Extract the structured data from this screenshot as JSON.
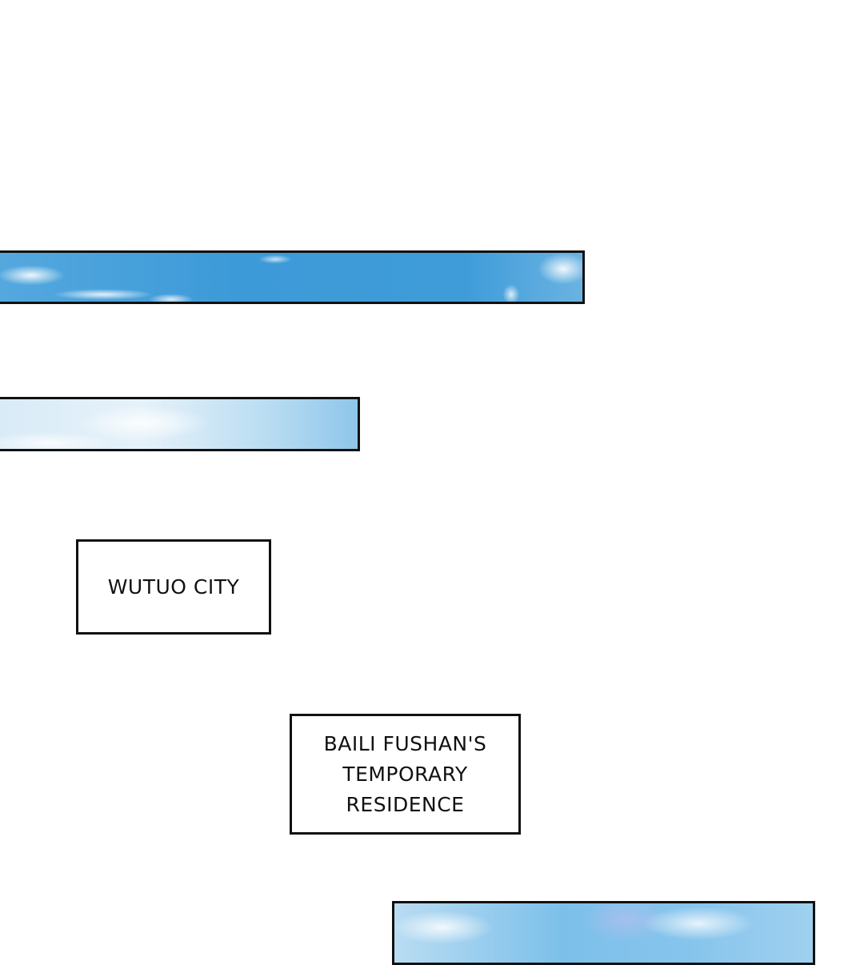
{
  "captions": {
    "location": "WUTUO CITY",
    "residence_lines": [
      "BAILI FUSHAN'S",
      "TEMPORARY",
      "RESIDENCE"
    ]
  },
  "colors": {
    "sky": "#3d9ad8",
    "border": "#111111"
  }
}
